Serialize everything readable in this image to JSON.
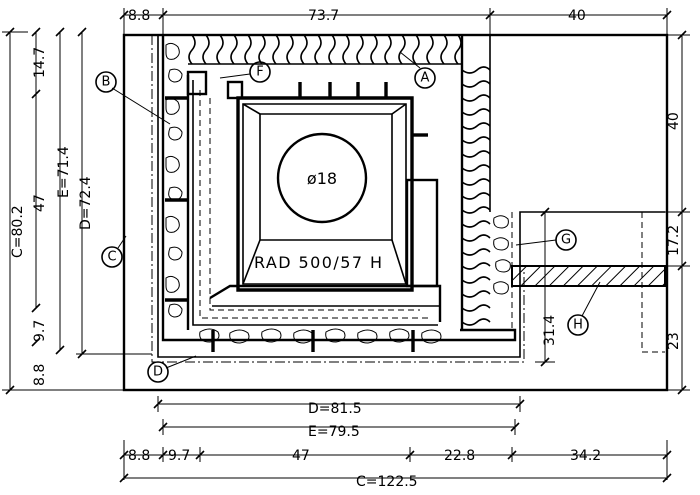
{
  "top_dims": {
    "left": "8.8",
    "middle": "73.7",
    "right": "40"
  },
  "right_dims": {
    "top": "40",
    "middle": "17.2",
    "bottom": "23"
  },
  "left_dims": {
    "c": "C=80.2",
    "seg_47": "47",
    "e": "E=71.4",
    "d": "D=72.4",
    "seg_14_7": "14.7",
    "seg_8_8": "8.8",
    "seg_9_7": "9.7"
  },
  "bottom_dims": {
    "d": "D=81.5",
    "e": "E=79.5",
    "seg_8_8": "8.8",
    "seg_9_7": "9.7",
    "seg_47": "47",
    "seg_22_8": "22.8",
    "seg_34_2": "34.2",
    "c": "C=122.5"
  },
  "inner_dim": "31.4",
  "center_label": "ø18",
  "radiator_label": "RAD 500/57 H",
  "callouts": {
    "a": "A",
    "b": "B",
    "c": "C",
    "d": "D",
    "f": "F",
    "g": "G",
    "h": "H"
  }
}
